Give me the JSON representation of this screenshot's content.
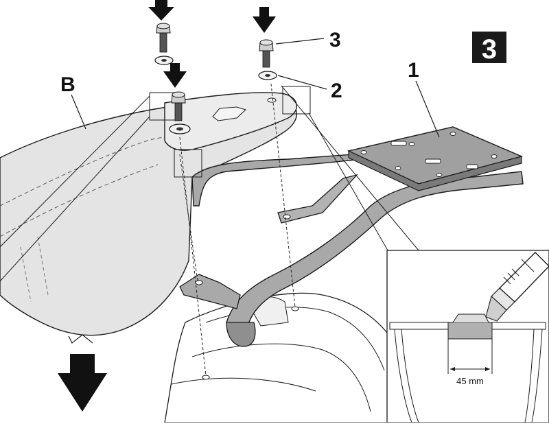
{
  "step_badge": {
    "number": "3",
    "bg_color": "#1a1a1a",
    "fg_color": "#ffffff"
  },
  "callouts": {
    "part_1": "1",
    "part_2": "2",
    "part_3": "3",
    "part_b": "B"
  },
  "detail_inset": {
    "dimension_label": "45 mm"
  },
  "colors": {
    "rack": "#a9a9a9",
    "rack_dark": "#7a7a7a",
    "body_panel": "#e2e2e2",
    "line": "#1a1a1a",
    "highlight_fill": "#b0b0b0"
  }
}
